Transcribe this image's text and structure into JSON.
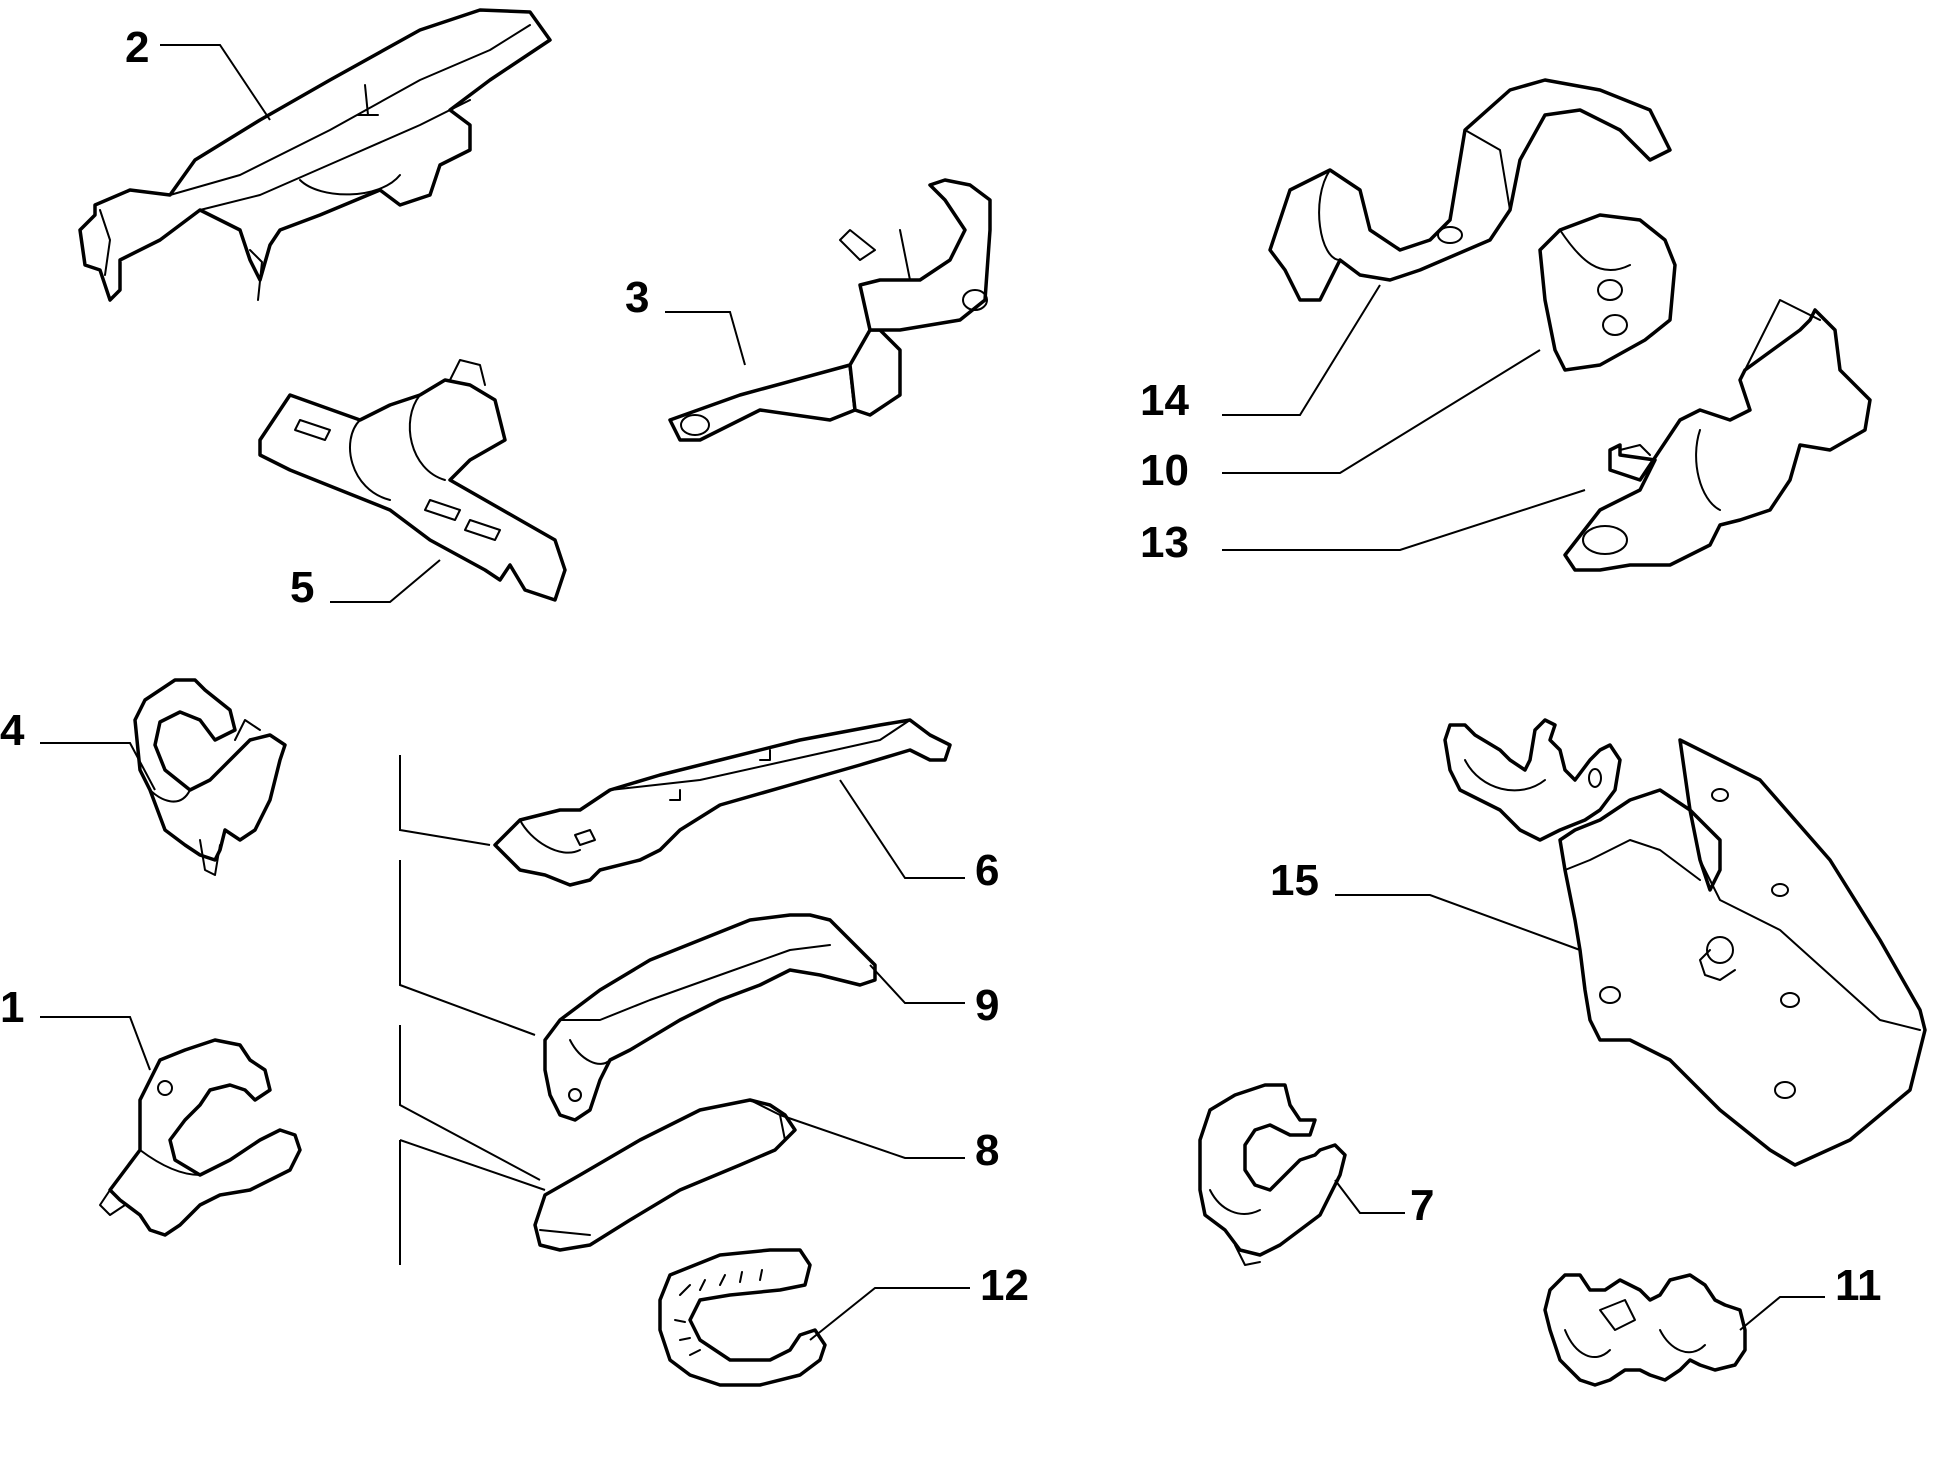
{
  "parts": [
    {
      "id": "part-1",
      "number": "1"
    },
    {
      "id": "part-2",
      "number": "2"
    },
    {
      "id": "part-3",
      "number": "3"
    },
    {
      "id": "part-4",
      "number": "4"
    },
    {
      "id": "part-5",
      "number": "5"
    },
    {
      "id": "part-6",
      "number": "6"
    },
    {
      "id": "part-7",
      "number": "7"
    },
    {
      "id": "part-8",
      "number": "8"
    },
    {
      "id": "part-9",
      "number": "9"
    },
    {
      "id": "part-10",
      "number": "10"
    },
    {
      "id": "part-11",
      "number": "11"
    },
    {
      "id": "part-12",
      "number": "12"
    },
    {
      "id": "part-13",
      "number": "13"
    },
    {
      "id": "part-14",
      "number": "14"
    },
    {
      "id": "part-15",
      "number": "15"
    }
  ]
}
